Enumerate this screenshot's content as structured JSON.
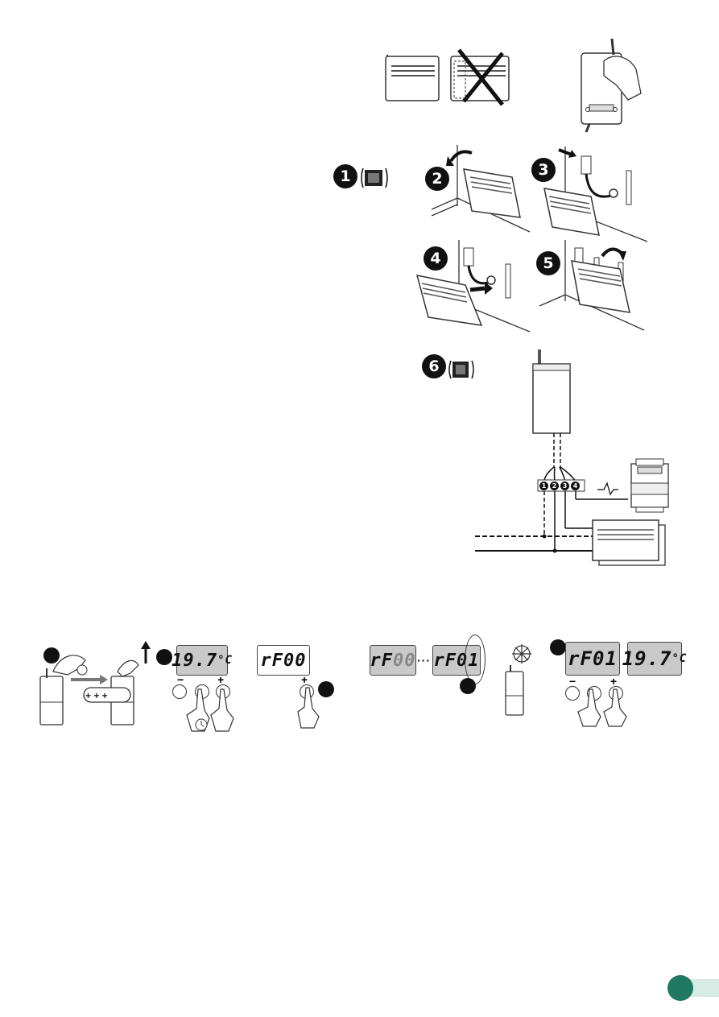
{
  "steps": {
    "s1": "1",
    "s2": "2",
    "s3": "3",
    "s4": "4",
    "s5": "5",
    "s6": "6"
  },
  "wiring": {
    "terminals": [
      "1",
      "2",
      "3",
      "4"
    ]
  },
  "bottom_row": {
    "lcd_temp_1": "19.7",
    "lcd_temp_1_unit": "°C",
    "lcd_rf00": "rF00",
    "lcd_rf_blink_prefix": "rF",
    "lcd_rf_blink_digits": "00",
    "lcd_rf01_circled": "rF01",
    "lcd_rf01": "rF01",
    "lcd_temp_2": "19.7",
    "lcd_temp_2_unit": "°C",
    "minus": "−",
    "plus": "+",
    "dots": "+ + +",
    "ellipsis": "···"
  },
  "colors": {
    "accent": "#1f7a61",
    "band": "#d6ece4",
    "lcd_bg": "#c9c9c9"
  }
}
